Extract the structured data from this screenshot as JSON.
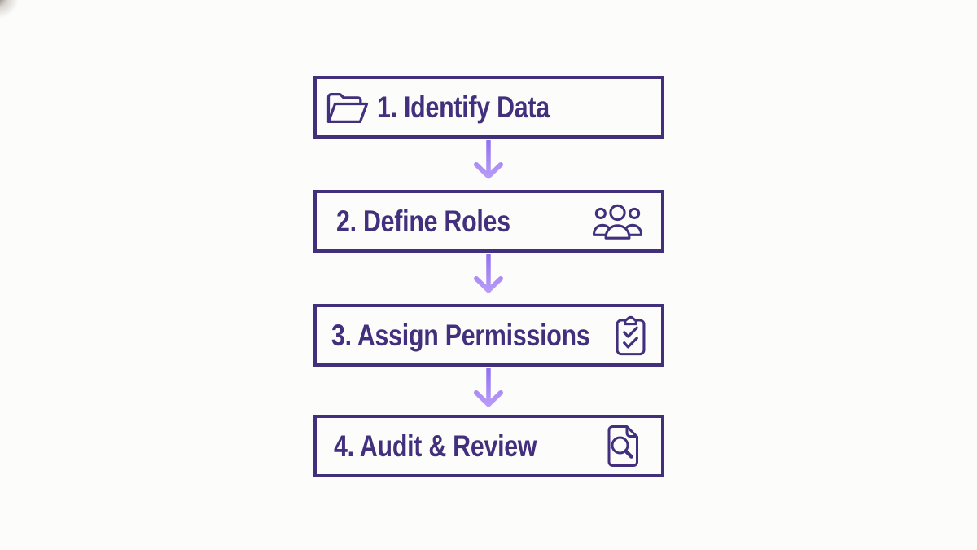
{
  "colors": {
    "outline": "#42307d",
    "text": "#42307d",
    "arrow_gradient_top": "#8f72ee",
    "arrow_gradient_bottom": "#bd9ffc",
    "background": "#fcfcfa"
  },
  "flowchart": {
    "steps": [
      {
        "label": "1. Identify Data",
        "icon": "folder-open-icon",
        "icon_side": "left"
      },
      {
        "label": "2. Define Roles",
        "icon": "users-group-icon",
        "icon_side": "right"
      },
      {
        "label": "3. Assign Permissions",
        "icon": "clipboard-check-icon",
        "icon_side": "right"
      },
      {
        "label": "4. Audit & Review",
        "icon": "document-search-icon",
        "icon_side": "right"
      }
    ],
    "connectors": [
      "arrow-down",
      "arrow-down",
      "arrow-down"
    ]
  }
}
